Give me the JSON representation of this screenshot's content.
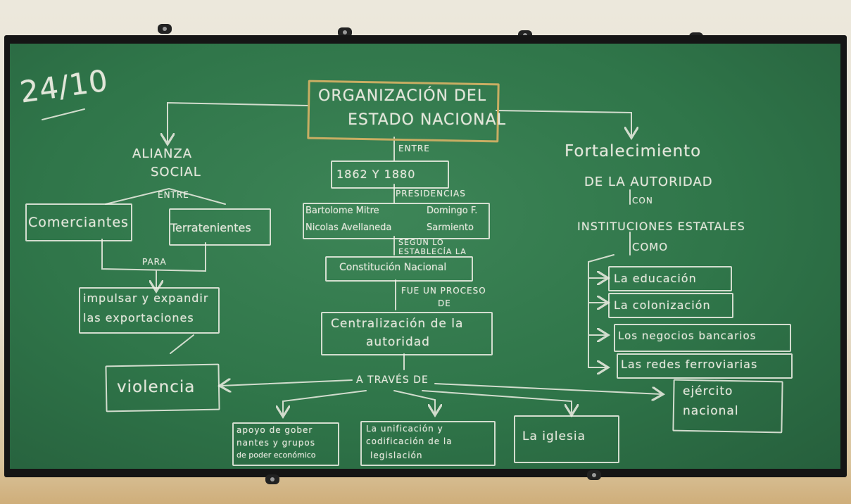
{
  "date": "24/10",
  "title": {
    "line1": "ORGANIZACIÓN DEL",
    "line2": "ESTADO NACIONAL"
  },
  "left": {
    "heading_line1": "ALIANZA",
    "heading_line2": "SOCIAL",
    "connector": "ENTRE",
    "group_a": "Comerciantes",
    "group_b": "Terratenientes",
    "purpose_label": "PARA",
    "goal_line1": "impulsar y expandir",
    "goal_line2": "las exportaciones",
    "method": "violencia"
  },
  "center": {
    "connector_between": "ENTRE",
    "period": "1862 Y 1880",
    "presidencies_label": "PRESIDENCIAS",
    "president_1": "Bartolome Mitre",
    "president_2": "Nicolas Avellaneda",
    "president_3_line1": "Domingo F.",
    "president_3_line2": "Sarmiento",
    "according_line1": "SEGÚN LO",
    "according_line2": "ESTABLECÍA LA",
    "constitution": "Constitución Nacional",
    "process_line1": "FUE UN PROCESO",
    "process_line2": "DE",
    "centralization_line1": "Centralización de la",
    "centralization_line2": "autoridad",
    "through": "A TRAVÉS DE",
    "means": [
      {
        "line1": "apoyo de gober",
        "line2": "nantes y grupos",
        "line3": "de poder económico"
      },
      {
        "line1": "La unificación y",
        "line2": "codificación de la",
        "line3": "legislación"
      },
      {
        "line1": "La iglesia"
      }
    ],
    "army_line1": "ejército",
    "army_line2": "nacional"
  },
  "right": {
    "heading_line1": "Fortalecimiento",
    "heading_line2": "DE LA AUTORIDAD",
    "connector_with": "CON",
    "institutions": "INSTITUCIONES ESTATALES",
    "connector_as": "COMO",
    "items": [
      "La educación",
      "La colonización",
      "Los negocios bancarios",
      "Las redes ferroviarias"
    ]
  },
  "colors": {
    "board": "#2f7549",
    "frame": "#151515",
    "chalk": "#f2f0e6",
    "title_box": "#c8ad63"
  }
}
